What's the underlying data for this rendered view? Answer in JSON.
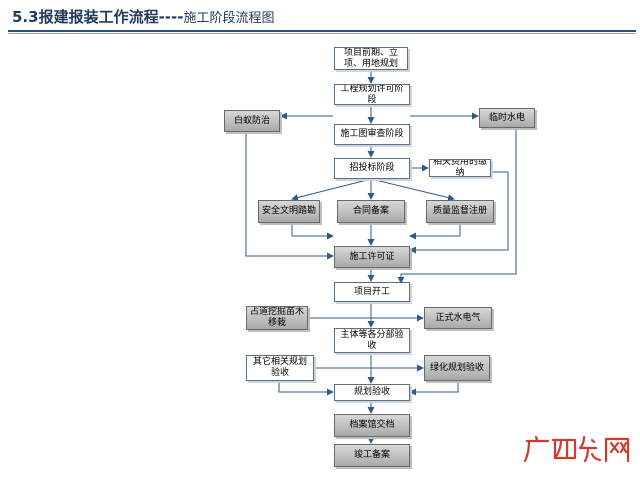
{
  "header": {
    "title": "5.3报建报装工作流程----",
    "subtitle": "施工阶段流程图"
  },
  "nodes": {
    "n1": "项目前期、立项、用地规划",
    "n2": "工程规划许可阶段",
    "n3": "施工图审查阶段",
    "n4": "招投标阶段",
    "n5": "相关费用的缴纳",
    "n6": "白蚁防治",
    "n7": "临时水电",
    "n8": "安全文明踏勘",
    "n9": "合同备案",
    "n10": "质量监督注册",
    "n11": "施工许可证",
    "n12": "项目开工",
    "n13": "占道挖掘苗木移栽",
    "n14": "正式水电气",
    "n15": "主体等各分部验收",
    "n16": "其它相关规划验收",
    "n17": "绿化规划验收",
    "n18": "规划验收",
    "n19": "档案馆交档",
    "n20": "竣工备案"
  },
  "watermark": {
    "text": "广西龙网",
    "logo_color": "#d03b2f"
  }
}
